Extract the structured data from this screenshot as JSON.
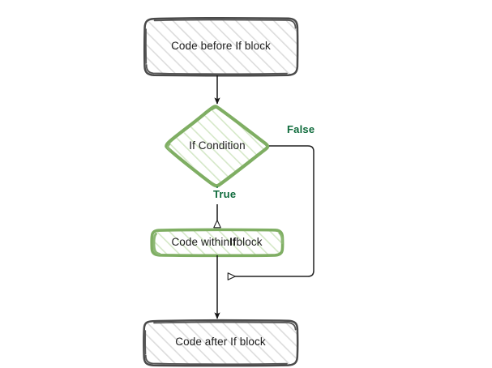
{
  "diagram": {
    "title": "If block control flow",
    "background": "#ffffff",
    "palette": {
      "gray_stroke": "#4a4a4a",
      "gray_hatch": "#d8d8d8",
      "green_stroke": "#7fae63",
      "green_hatch": "#cfe6c2",
      "label_green": "#0f6b3c",
      "arrow_black": "#151515",
      "text": "#1d1d1d"
    },
    "nodes": [
      {
        "id": "code-before",
        "shape": "rounded-rectangle",
        "style": "sketchy-gray",
        "text": "Code before If block",
        "text_html": "Code before If block"
      },
      {
        "id": "if-condition",
        "shape": "diamond",
        "style": "sketchy-green",
        "text": "If Condition",
        "text_html": "If Condition"
      },
      {
        "id": "code-within",
        "shape": "rounded-rectangle",
        "style": "sketchy-green",
        "text": "Code within If block",
        "text_html": "Code within <b>If</b> block"
      },
      {
        "id": "code-after",
        "shape": "rounded-rectangle",
        "style": "sketchy-gray",
        "text": "Code after If block",
        "text_html": "Code after If block"
      }
    ],
    "edges": [
      {
        "id": "before-to-condition",
        "from": "code-before",
        "to": "if-condition",
        "label": "",
        "arrowhead": "filled-triangle"
      },
      {
        "id": "condition-true",
        "from": "if-condition",
        "to": "code-within",
        "label": "True",
        "arrowhead": "hollow-triangle"
      },
      {
        "id": "condition-false",
        "from": "if-condition",
        "to": "merge-point",
        "label": "False",
        "arrowhead": "hollow-triangle"
      },
      {
        "id": "within-to-after",
        "from": "code-within",
        "to": "code-after",
        "label": "",
        "arrowhead": "filled-triangle"
      }
    ]
  }
}
